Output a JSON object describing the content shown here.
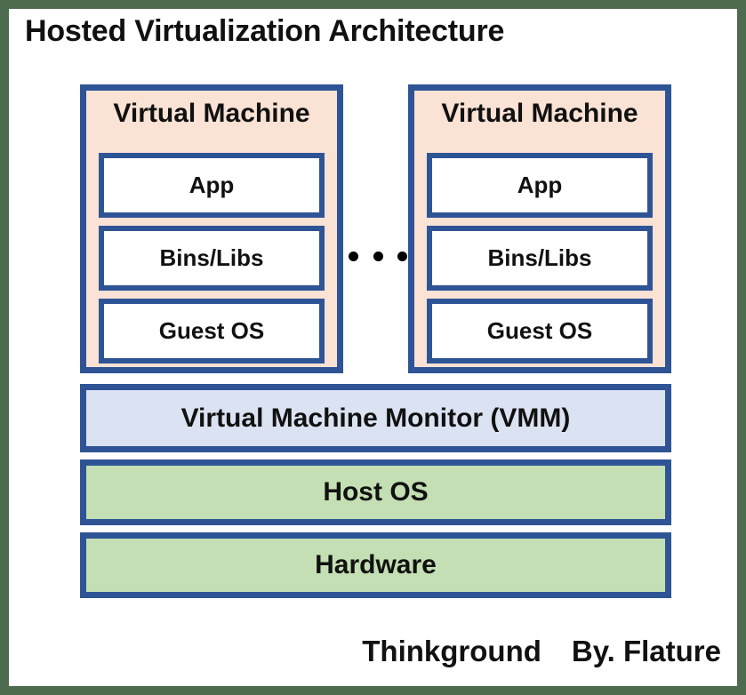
{
  "diagram": {
    "title": "Hosted Virtualization Architecture",
    "frame_color": "#4d6b4f",
    "border_color": "#2f5496",
    "vm_fill": "#fae2d5",
    "vmm_fill": "#dbe2f2",
    "layer_fill": "#c3dfb3",
    "text_color": "#111111"
  },
  "vms": [
    {
      "title": "Virtual Machine",
      "layers": [
        {
          "label": "App"
        },
        {
          "label": "Bins/Libs"
        },
        {
          "label": "Guest OS"
        }
      ]
    },
    {
      "title": "Virtual Machine",
      "layers": [
        {
          "label": "App"
        },
        {
          "label": "Bins/Libs"
        },
        {
          "label": "Guest OS"
        }
      ]
    }
  ],
  "ellipsis": {
    "name": "more-vms-ellipsis",
    "dot_count": 3
  },
  "stack": [
    {
      "label": "Virtual Machine Monitor (VMM)",
      "fill": "#dbe2f2"
    },
    {
      "label": "Host OS",
      "fill": "#c3dfb3"
    },
    {
      "label": "Hardware",
      "fill": "#c3dfb3"
    }
  ],
  "footer": {
    "brand": "Thinkground",
    "author": "By. Flature"
  }
}
